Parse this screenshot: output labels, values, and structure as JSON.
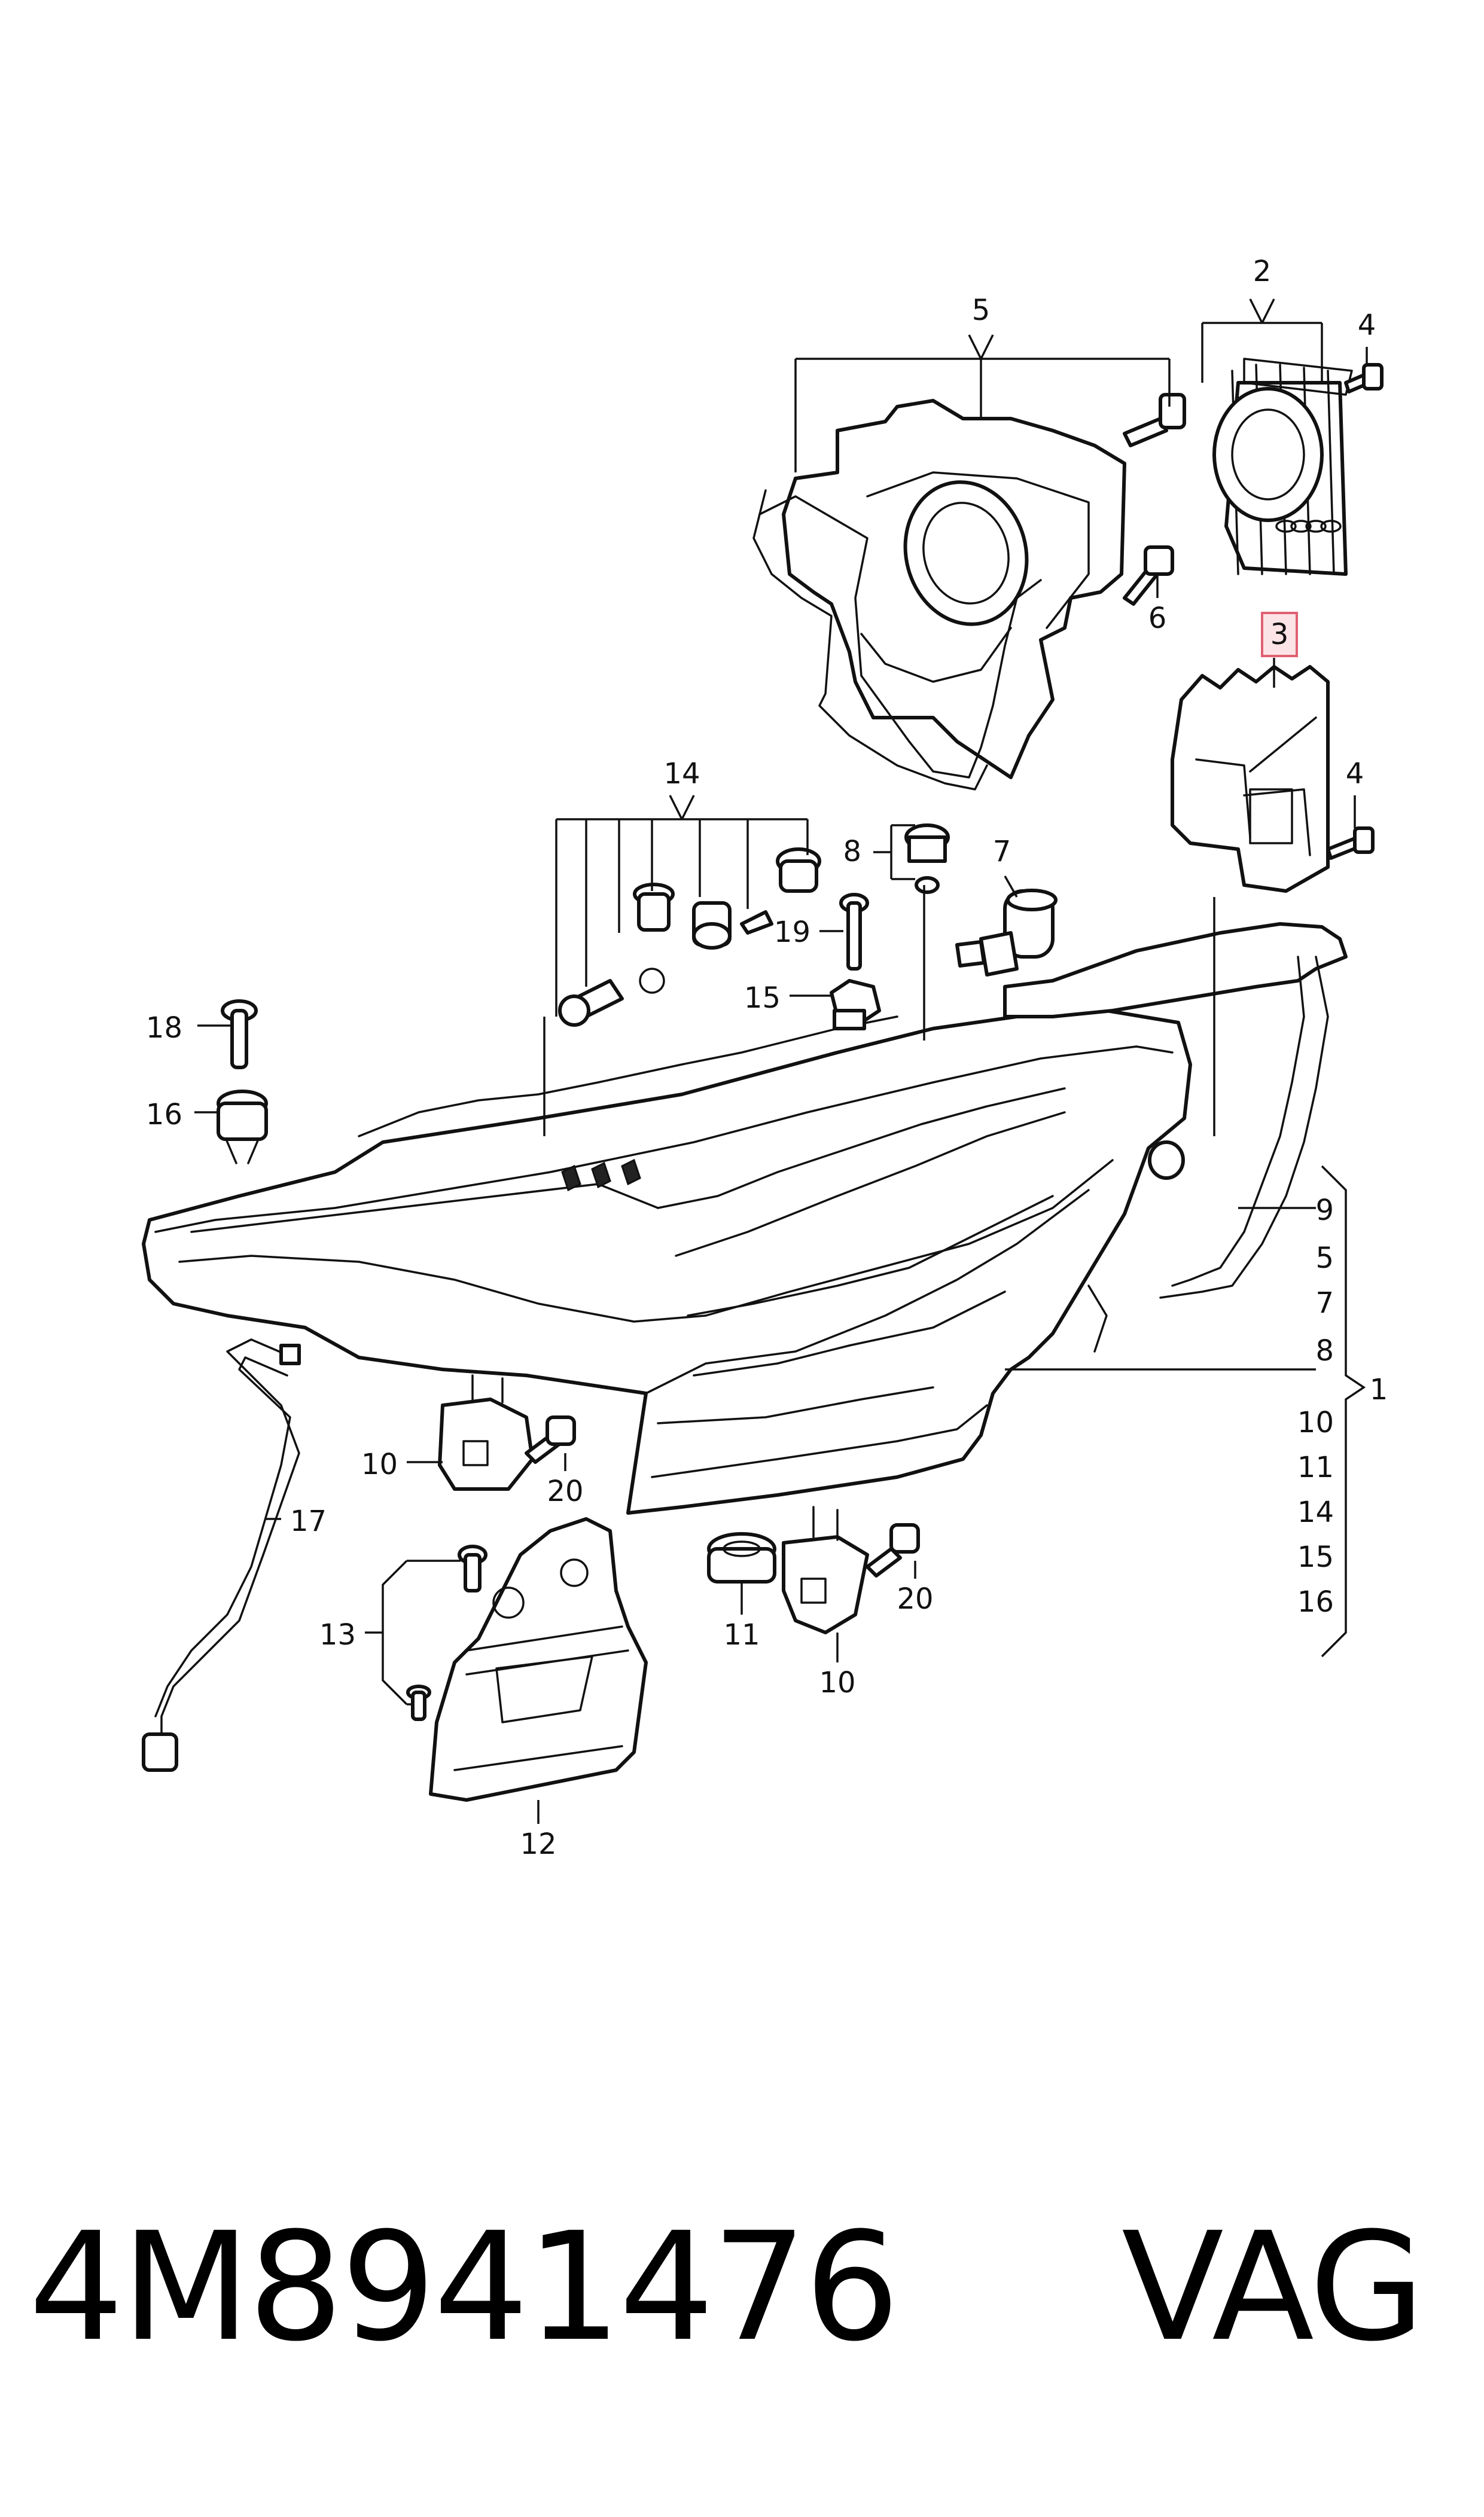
{
  "diagram": {
    "callouts": {
      "c1": "1",
      "c2": "2",
      "c3": "3",
      "c4a": "4",
      "c4b": "4",
      "c5": "5",
      "c6": "6",
      "c7": "7",
      "c8": "8",
      "c10a": "10",
      "c10b": "10",
      "c11": "11",
      "c12": "12",
      "c13": "13",
      "c14": "14",
      "c15": "15",
      "c16": "16",
      "c17": "17",
      "c18": "18",
      "c19": "19",
      "c20a": "20",
      "c20b": "20"
    },
    "group_list": [
      "9",
      "5",
      "7",
      "8",
      "10",
      "11",
      "14",
      "15",
      "16"
    ]
  },
  "footer": {
    "part_number": "4M8941476",
    "brand": "VAG"
  },
  "colors": {
    "ink": "#111111",
    "highlight_border": "#e06070",
    "highlight_fill": "#fbe3e6"
  }
}
